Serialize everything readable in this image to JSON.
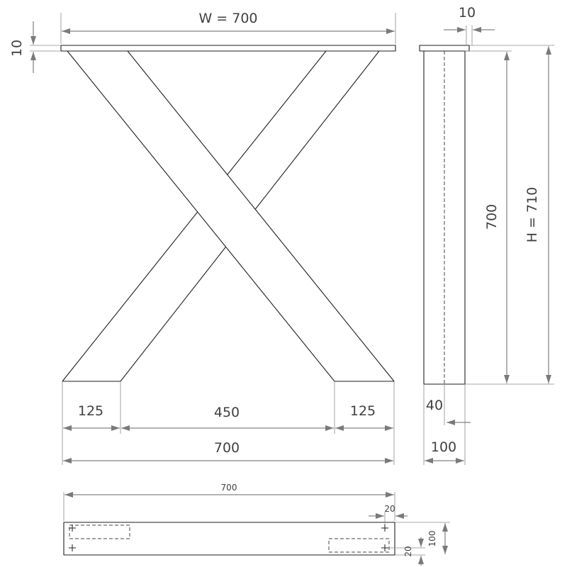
{
  "front_view": {
    "width_label": "W = 700",
    "top_thickness_label": "10",
    "foot_left_label": "125",
    "foot_middle_label": "450",
    "foot_right_label": "125",
    "overall_label": "700"
  },
  "side_view": {
    "plate_thickness_label": "10",
    "leg_height_label": "700",
    "total_height_label": "H = 710",
    "offset_label": "40",
    "depth_label": "100"
  },
  "bottom_view": {
    "length_label": "700",
    "edge_offset_label": "20",
    "bottom_offset_label": "20",
    "depth_label": "100"
  }
}
